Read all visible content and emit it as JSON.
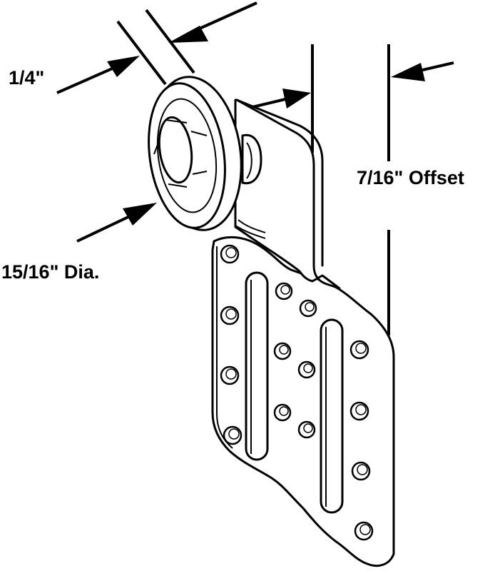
{
  "diagram": {
    "subject": "roller-with-offset-bracket",
    "dimensions": {
      "thickness": "1/4\"",
      "offset": "7/16\" Offset",
      "diameter": "15/16\" Dia."
    },
    "colors": {
      "line": "#000000",
      "background": "#ffffff"
    }
  }
}
